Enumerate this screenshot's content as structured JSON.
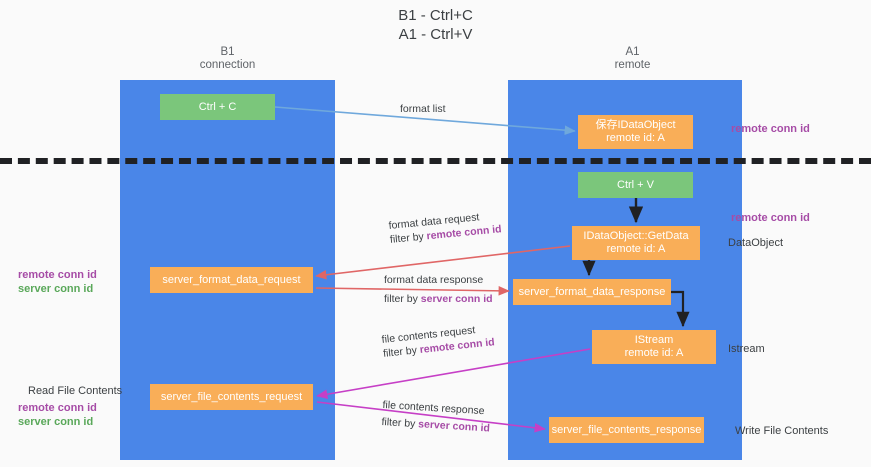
{
  "title": {
    "line1": "B1 - Ctrl+C",
    "line2": "A1 - Ctrl+V"
  },
  "lanes": [
    {
      "id": "b1",
      "title": "B1",
      "subtitle": "connection",
      "color": "#4a86e8"
    },
    {
      "id": "a1",
      "title": "A1",
      "subtitle": "remote",
      "color": "#4a86e8"
    }
  ],
  "nodes": {
    "ctrl_c": {
      "label": "Ctrl + C",
      "color": "#7bc67b"
    },
    "ctrl_v": {
      "label": "Ctrl + V",
      "color": "#7bc67b"
    },
    "save_idataobject": {
      "line1": "保存IDataObject",
      "line2": "remote id: A",
      "color": "#f9ae58"
    },
    "getdata": {
      "line1": "IDataObject::GetData",
      "line2": "remote id: A",
      "color": "#f9ae58"
    },
    "server_format_data_request": {
      "label": "server_format_data_request",
      "color": "#f9ae58"
    },
    "server_format_data_response": {
      "label": "server_format_data_response",
      "color": "#f9ae58"
    },
    "istream": {
      "line1": "IStream",
      "line2": "remote id: A",
      "color": "#f9ae58"
    },
    "server_file_contents_request": {
      "label": "server_file_contents_request",
      "color": "#f9ae58"
    },
    "server_file_contents_response": {
      "label": "server_file_contents_response",
      "color": "#f9ae58"
    }
  },
  "arrow_labels": {
    "format_list": "format list",
    "format_data_request": "format data request",
    "format_data_request_filter_prefix": "filter by ",
    "format_data_request_filter_value": "remote conn id",
    "format_data_response": "format data response",
    "format_data_response_filter_prefix": "filter by ",
    "format_data_response_filter_value": "server conn id",
    "file_contents_request": "file contents request",
    "file_contents_request_filter_prefix": "filter by ",
    "file_contents_request_filter_value": "remote conn id",
    "file_contents_response": "file contents response",
    "file_contents_response_filter_prefix": "filter by ",
    "file_contents_response_filter_value": "server conn id"
  },
  "captions": {
    "right_remote_conn_id_top": "remote conn id",
    "right_remote_conn_id_mid": "remote conn id",
    "dataobject": "DataObject",
    "istream": "Istream",
    "write_file_contents": "Write File Contents",
    "left_remote_conn_id_1": "remote conn id",
    "left_server_conn_id_1": "server conn id",
    "read_file_contents": "Read File Contents",
    "left_remote_conn_id_2": "remote conn id",
    "left_server_conn_id_2": "server conn id"
  },
  "colors": {
    "lane": "#4a86e8",
    "green_box": "#7bc67b",
    "orange_box": "#f9ae58",
    "remote_conn_id": "#a64ca6",
    "server_conn_id": "#5aa85a",
    "arrow_blue": "#6fa8dc",
    "arrow_red": "#e06666",
    "arrow_magenta": "#c63fc6",
    "arrow_black": "#202124",
    "background": "#fafafa"
  }
}
